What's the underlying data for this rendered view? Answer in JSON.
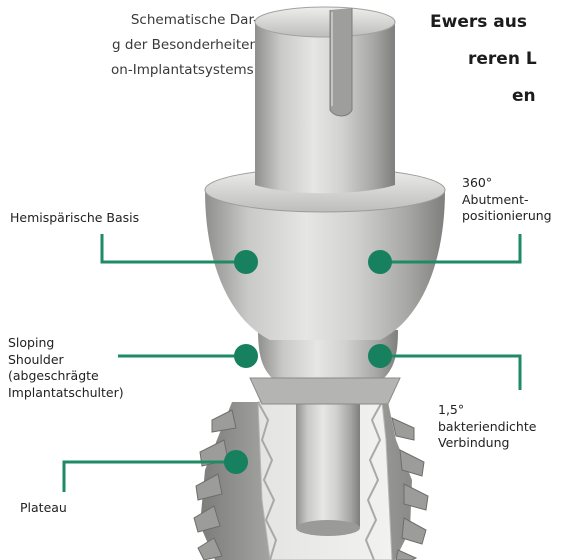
{
  "caption": {
    "lines": [
      "Schematische Dar-",
      "g der Besonderheiten",
      "on-Implantatsystems."
    ]
  },
  "heading": {
    "lines": [
      "Ewers aus",
      "reren L",
      "en"
    ]
  },
  "labels": {
    "hemispherical_base": "Hemispärische Basis",
    "abutment_positioning": [
      "360°",
      "Abutment-",
      "positionierung"
    ],
    "sloping_shoulder": [
      "Sloping",
      "Shoulder",
      "(abgeschrägte",
      "Implantatschulter)"
    ],
    "connection": [
      "1,5°",
      "bakteriendichte",
      "Verbindung"
    ],
    "plateau": "Plateau"
  },
  "colors": {
    "accent": "#1e8a66",
    "marker": "#16805f",
    "metal_light": "#d8d8d6",
    "metal_dark": "#8a8a88"
  }
}
